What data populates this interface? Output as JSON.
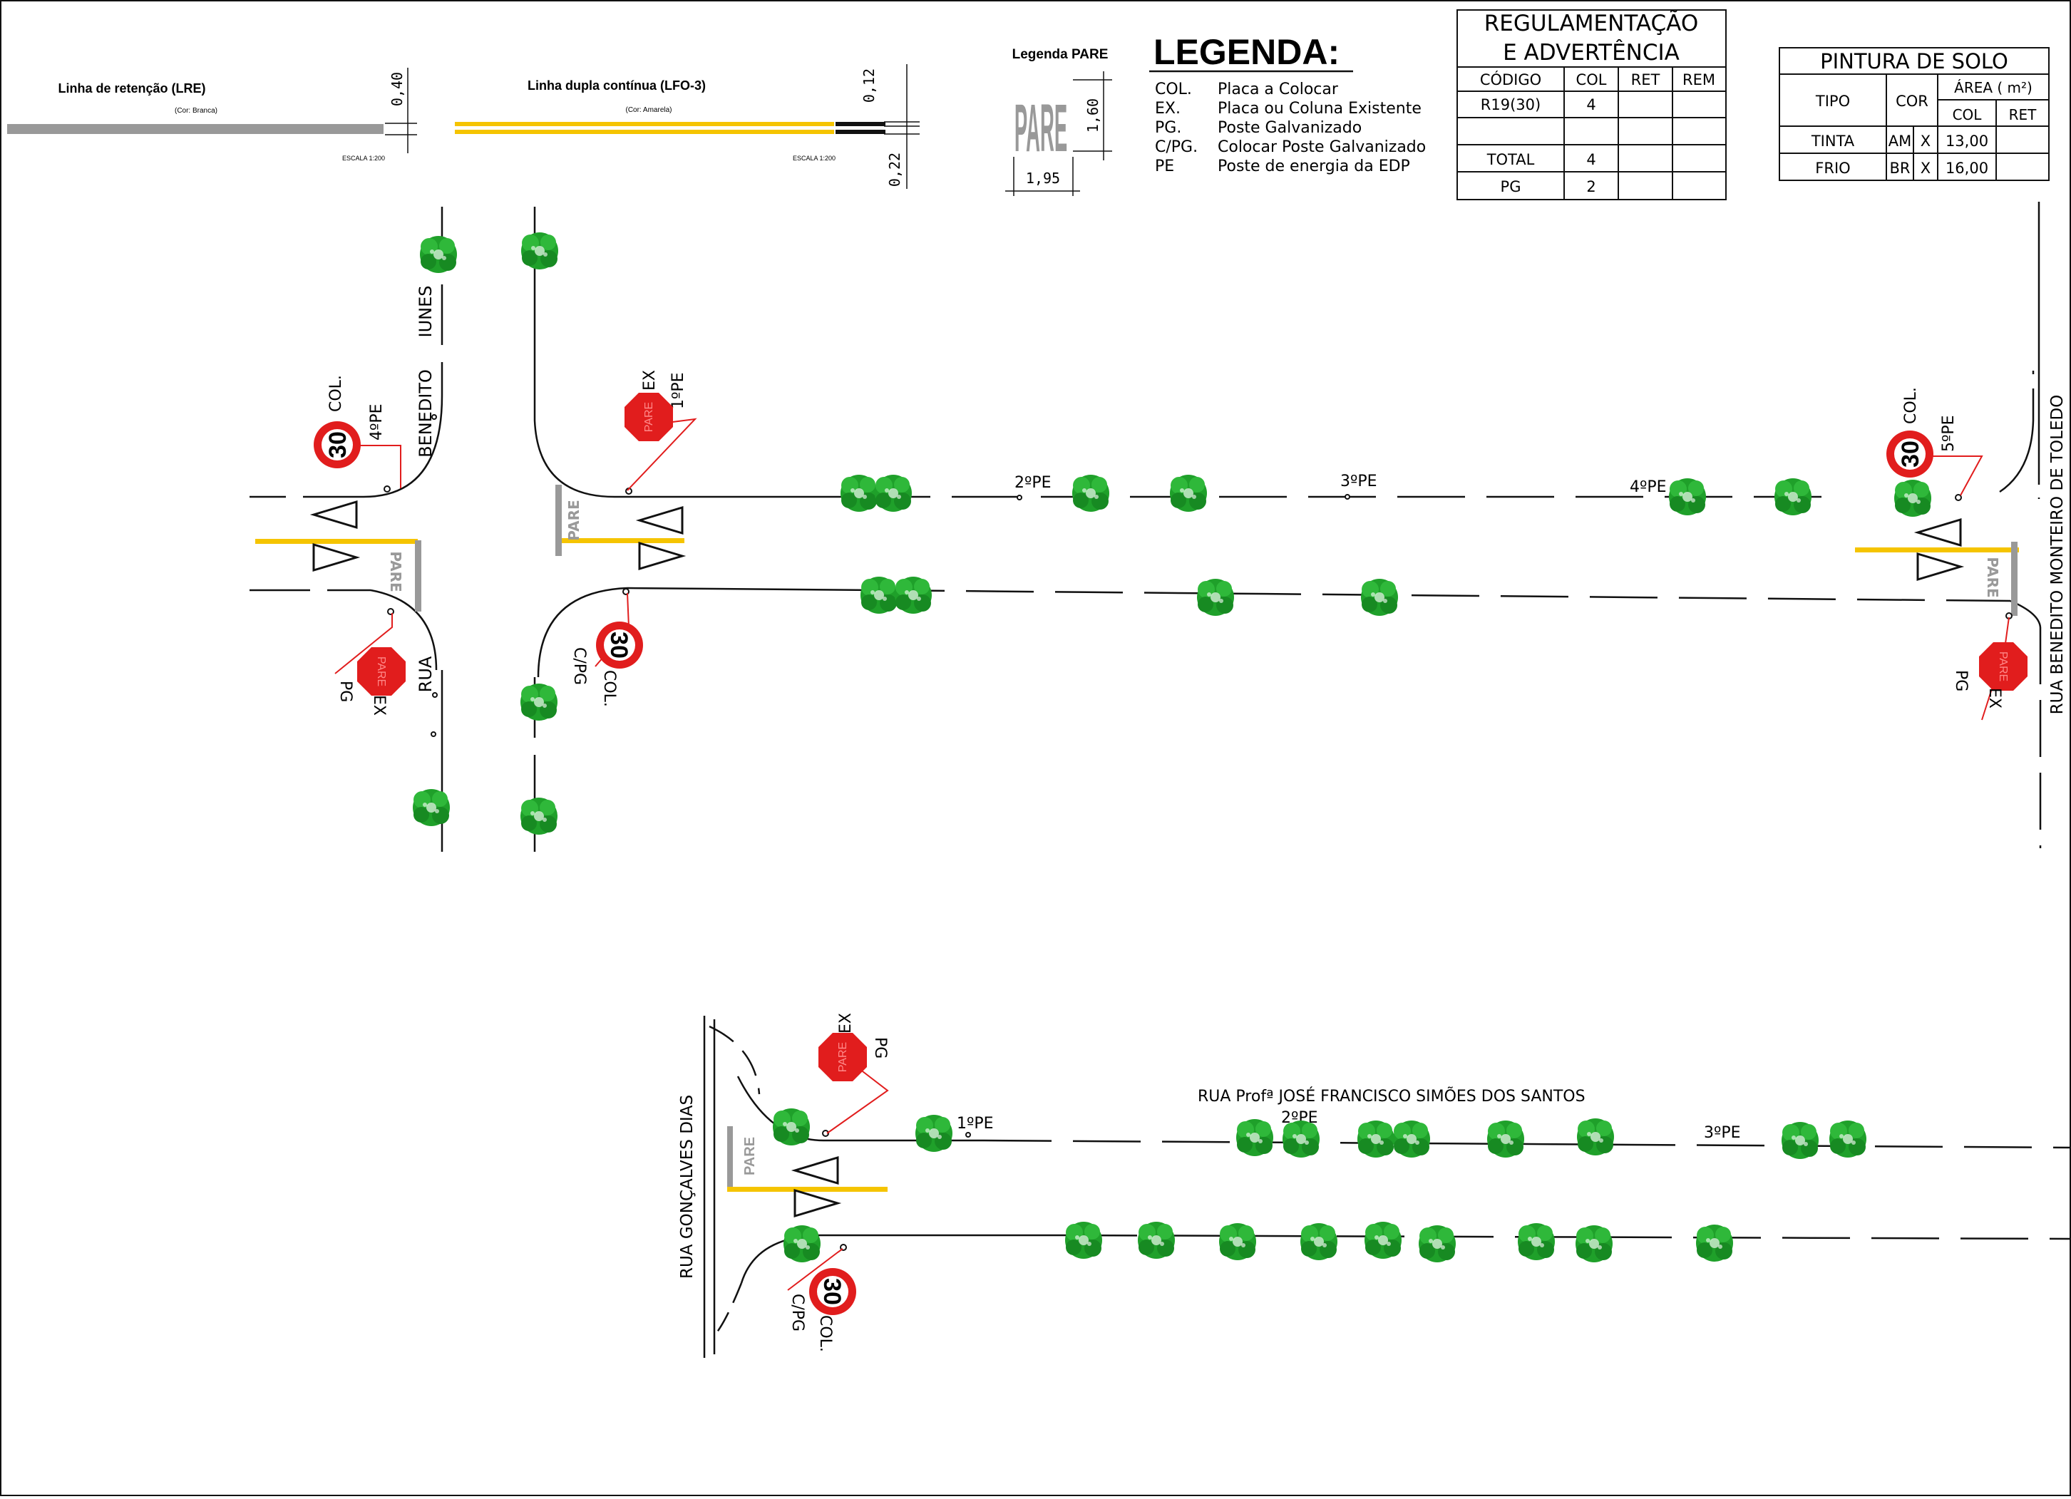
{
  "colors": {
    "line": "#111111",
    "yellow": "#f5c400",
    "gray": "#999999",
    "red": "#e11d1d",
    "tree": "#1fa02a",
    "tree_light": "#7fd86e"
  },
  "samples": {
    "lre": {
      "title": "Linha de retenção (LRE)",
      "color_note": "(Cor: Branca)",
      "scale": "ESCALA 1:200",
      "dim": "0,40"
    },
    "lfo": {
      "title": "Linha dupla contínua (LFO-3)",
      "color_note": "(Cor: Amarela)",
      "scale": "ESCALA 1:200",
      "dim_top": "0,12",
      "dim_bottom": "0,22"
    }
  },
  "pare_legend": {
    "title": "Legenda PARE",
    "word": "PARE",
    "height": "1,60",
    "width": "1,95"
  },
  "legend": {
    "title": "LEGENDA:",
    "items": [
      {
        "code": "COL.",
        "desc": "Placa a Colocar"
      },
      {
        "code": "EX.",
        "desc": "Placa ou Coluna Existente"
      },
      {
        "code": "PG.",
        "desc": "Poste Galvanizado"
      },
      {
        "code": "C/PG.",
        "desc": "Colocar Poste Galvanizado"
      },
      {
        "code": "PE",
        "desc": "Poste de energia da EDP"
      }
    ]
  },
  "reg_table": {
    "title_line1": "REGULAMENTAÇÃO",
    "title_line2": "E ADVERTÊNCIA",
    "headers": [
      "CÓDIGO",
      "COL",
      "RET",
      "REM"
    ],
    "rows": [
      [
        "R19(30)",
        "4",
        "",
        ""
      ],
      [
        "",
        "",
        "",
        ""
      ],
      [
        "TOTAL",
        "4",
        "",
        ""
      ],
      [
        "PG",
        "2",
        "",
        ""
      ]
    ]
  },
  "paint_table": {
    "title": "PINTURA DE SOLO",
    "h_tipo": "TIPO",
    "h_cor": "COR",
    "h_area": "ÁREA ( m²)",
    "h_col": "COL",
    "h_ret": "RET",
    "rows": [
      {
        "tipo": "TINTA",
        "cor": "AM",
        "x": "X",
        "col": "13,00",
        "ret": ""
      },
      {
        "tipo": "FRIO",
        "cor": "BR",
        "x": "X",
        "col": "16,00",
        "ret": ""
      }
    ]
  },
  "streets": {
    "benedito_iunes_a": "IUNES",
    "benedito_iunes_b": "BENEDITO",
    "benedito_iunes_c": "RUA",
    "benedito_monteiro": "RUA BENEDITO MONTEIRO DE TOLEDO",
    "goncalves_dias": "RUA GONÇALVES DIAS",
    "jose_francisco": "RUA Profª JOSÉ FRANCISCO SIMÕES DOS SANTOS"
  },
  "posts": {
    "pe1": "1ºPE",
    "pe2": "2ºPE",
    "pe3": "3ºPE",
    "pe4": "4ºPE",
    "pe5": "5ºPE"
  },
  "sign_labels": {
    "col": "COL.",
    "ex": "EX",
    "pg": "PG",
    "cpg": "C/PG",
    "speed": "30",
    "stop": "PARE"
  }
}
